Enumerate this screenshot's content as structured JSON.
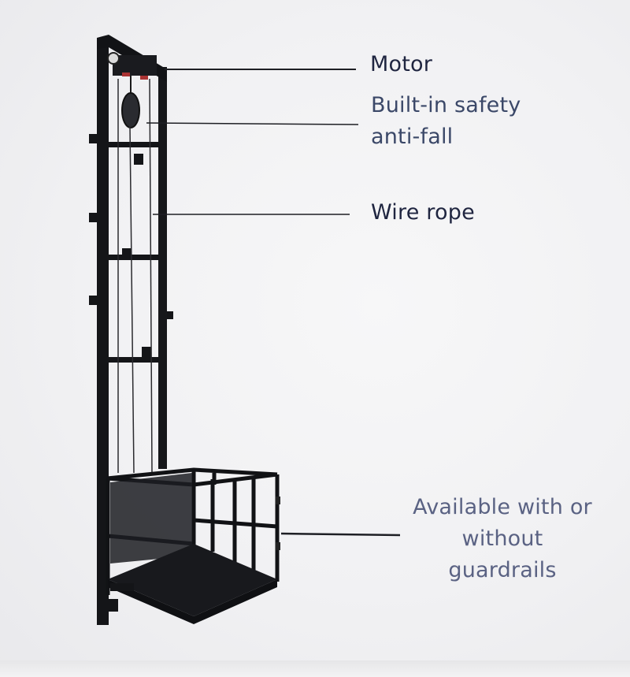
{
  "labels": {
    "motor": "Motor",
    "safety": "Built-in safety\nanti-fall",
    "wire_rope": "Wire rope",
    "guardrails": "Available with or\nwithout\nguardrails"
  },
  "colors": {
    "frame": "#141518",
    "leader_line": "#1e1f24",
    "text_dark": "#1f2540",
    "text_muted": "#5a6283"
  }
}
